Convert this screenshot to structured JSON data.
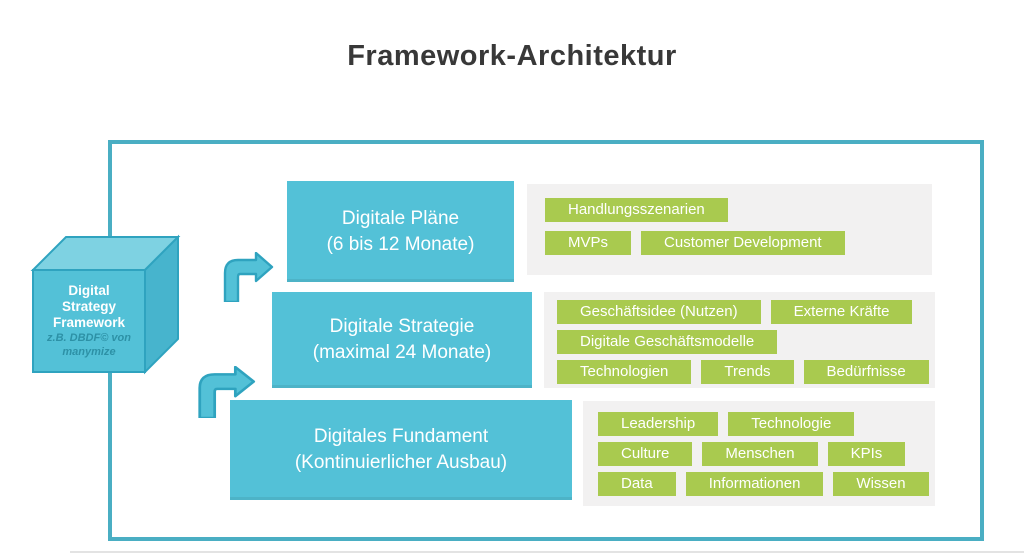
{
  "title": "Framework-Architektur",
  "cube": {
    "title_lines": [
      "Digital",
      "Strategy",
      "Framework"
    ],
    "subtitle_lines": [
      "z.B. DBDF© von",
      "manymize"
    ]
  },
  "levels": [
    {
      "label": "Digitale Pläne",
      "sublabel": "(6 bis 12 Monate)",
      "tag_rows": [
        [
          "Handlungsszenarien"
        ],
        [
          "MVPs",
          "Customer Development"
        ]
      ]
    },
    {
      "label": "Digitale Strategie",
      "sublabel": "(maximal 24 Monate)",
      "tag_rows": [
        [
          "Geschäftsidee (Nutzen)",
          "Externe Kräfte"
        ],
        [
          "Digitale Geschäftsmodelle"
        ],
        [
          "Technologien",
          "Trends",
          "Bedürfnisse"
        ]
      ]
    },
    {
      "label": "Digitales Fundament",
      "sublabel": "(Kontinuierlicher Ausbau)",
      "tag_rows": [
        [
          "Leadership",
          "Technologie"
        ],
        [
          "Culture",
          "Menschen",
          "KPIs"
        ],
        [
          "Data",
          "Informationen",
          "Wissen"
        ]
      ]
    }
  ],
  "colors": {
    "box_blue": "#53c1d7",
    "cube_top_face": "#7ed2e2",
    "cube_right_face": "#47b4cd",
    "teal_outline": "#2fa3bf",
    "frame_border": "#4aaec3",
    "tag_green": "#a9ca4f",
    "panel_gray": "#f2f1f1",
    "title_text": "#383838"
  }
}
